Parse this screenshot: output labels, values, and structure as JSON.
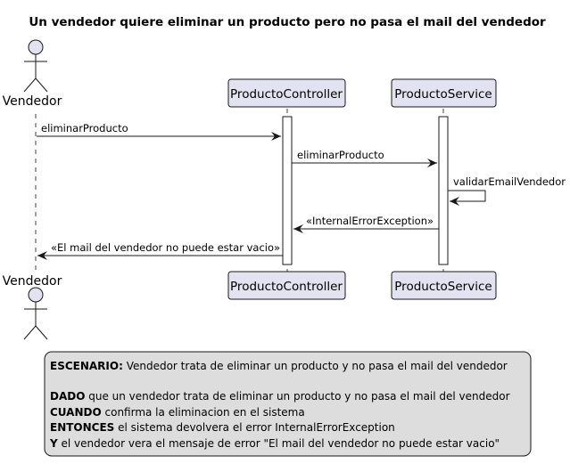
{
  "title": "Un vendedor quiere eliminar un producto pero no pasa el mail del vendedor",
  "participants": {
    "actor": "Vendedor",
    "controller": "ProductoController",
    "service": "ProductoService"
  },
  "messages": {
    "m1": "eliminarProducto",
    "m2": "eliminarProducto",
    "m3": "validarEmailVendedor",
    "m4": "«InternalErrorException»",
    "m5": "«El mail del vendedor no puede estar vacio»"
  },
  "note": {
    "escenario_label": "ESCENARIO:",
    "escenario_text": " Vendedor trata de eliminar un producto y no pasa el mail del vendedor",
    "dado_label": "DADO",
    "dado_text": " que un vendedor trata de eliminar un producto y no pasa el mail del vendedor",
    "cuando_label": "CUANDO",
    "cuando_text": " confirma la eliminacion en el sistema",
    "entonces_label": "ENTONCES",
    "entonces_text": " el sistema devolvera el error InternalErrorException",
    "y_label": "Y",
    "y_text": " el vendedor vera el mensaje de error \"El mail del vendedor no puede estar vacio\""
  },
  "colors": {
    "participant_fill": "#E2E2F0",
    "participant_stroke": "#181818",
    "note_fill": "#DDDDDD",
    "line": "#181818",
    "lifeline": "#181818"
  }
}
